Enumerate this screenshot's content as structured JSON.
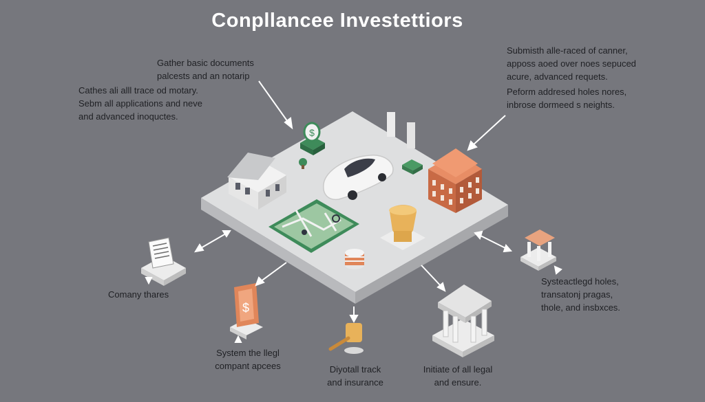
{
  "title": "Conpllancee Investettiors",
  "notes": {
    "top": "Gather basic documents\npalcests and an notarip",
    "left": "Cathes ali alll trace od motary.\nSebm all applications and neve\nand advanced inoquctes.",
    "right1": "Submisth alle-raced of canner,\napposs aoed over noes sepuced\nacure, advanced requets.",
    "right2": "Peform addresed holes nores,\ninbrose dormeed s neights.",
    "shares": "Comany thares",
    "system": "System the llegl\ncompant apcees",
    "digital": "Diyotall track\nand insurance",
    "initiate": "Initiate of all legal\nand ensure.",
    "sys2": "Systeactlegd holes,\ntransatonj pragas,\nthole, and insbxces."
  },
  "icons": {
    "house": "house-icon",
    "car": "car-icon",
    "dollar_coin": "dollar-coin-icon",
    "bank": "bank-building-icon",
    "map": "map-icon",
    "coins": "coin-stack-icon",
    "documents": "documents-icon",
    "tablet": "dollar-tablet-icon",
    "gavel": "gavel-icon",
    "courthouse": "courthouse-icon",
    "shrine": "small-temple-icon"
  },
  "colors": {
    "background": "#76777d",
    "platform": "#d9dadb",
    "accent_green": "#3e8b5a",
    "accent_orange": "#e0865a",
    "accent_gold": "#e8b25a"
  }
}
